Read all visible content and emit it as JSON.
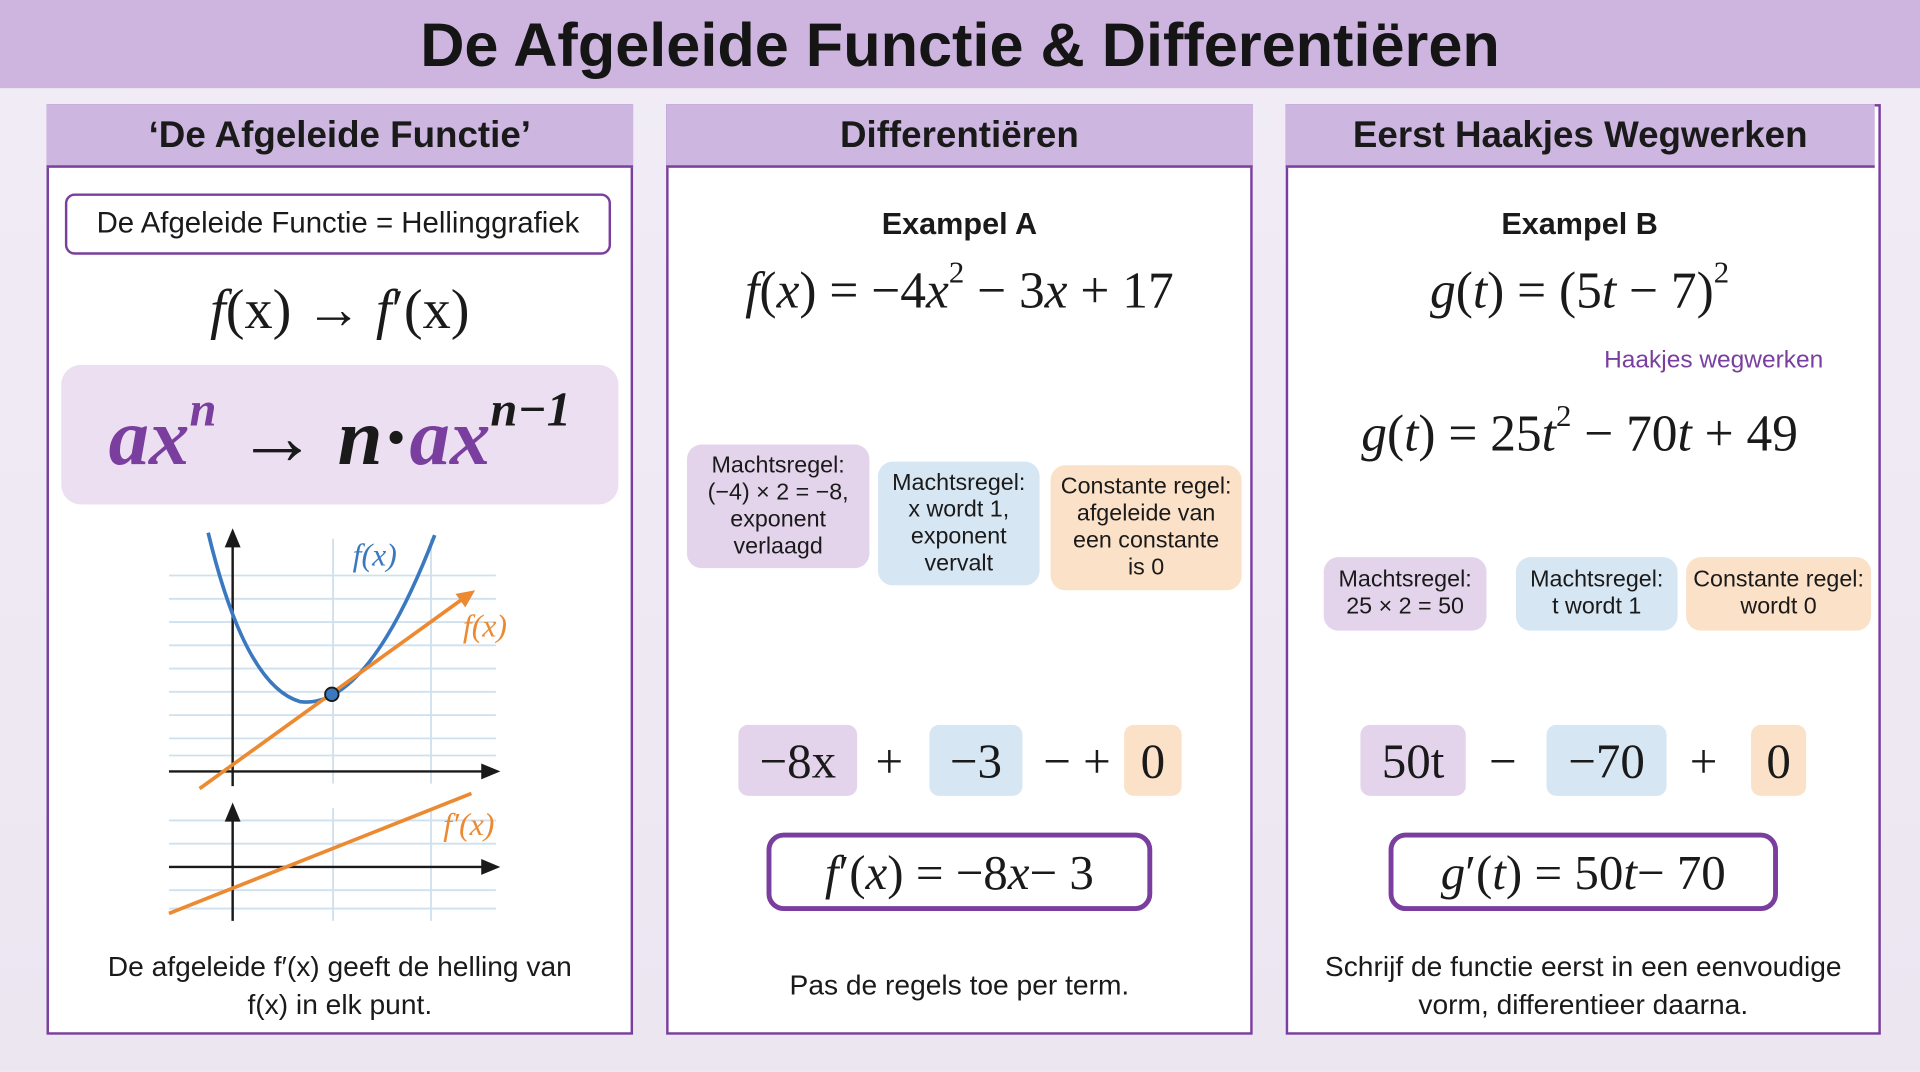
{
  "title": "De Afgeleide Functie & Differentiëren",
  "colors": {
    "purple": "#7a3e9e",
    "blue": "#3a78c0",
    "orange": "#ec8a32",
    "header": "#cdb6df"
  },
  "panel1": {
    "header": "‘De Afgeleide Functie’",
    "definition": "De Afgeleide Functie = Hellinggrafiek",
    "mapping": [
      {
        "t": "f",
        "i": 1
      },
      {
        "t": "(x) → "
      },
      {
        "t": "f",
        "i": 1
      },
      {
        "t": "′(x)"
      }
    ],
    "rule": [
      {
        "t": "ax",
        "i": 1,
        "c": "purple"
      },
      {
        "t": "n",
        "sup": 1,
        "i": 1,
        "c": "purple"
      },
      {
        "t": " → "
      },
      {
        "t": "n",
        "i": 1
      },
      {
        "t": "·"
      },
      {
        "t": "ax",
        "i": 1,
        "c": "purple"
      },
      {
        "t": "n−1",
        "sup": 1,
        "i": 1
      }
    ],
    "graph": {
      "label_f_blue": "f(x)",
      "label_f_orange": "f(x)",
      "label_fprime": "f′(x)"
    },
    "caption_line1": "De afgeleide f′(x) geeft de helling van",
    "caption_line2": "f(x) in elk punt."
  },
  "panel2": {
    "header": "Differentiëren",
    "example": "Exampel A",
    "formula": [
      {
        "t": "f",
        "i": 1
      },
      {
        "t": "("
      },
      {
        "t": "x",
        "i": 1
      },
      {
        "t": ") = −4"
      },
      {
        "t": "x",
        "i": 1
      },
      {
        "t": "2",
        "sup": 1
      },
      {
        "t": " − 3"
      },
      {
        "t": "x",
        "i": 1
      },
      {
        "t": " + 17"
      }
    ],
    "rules": [
      {
        "lines": [
          "Machtsregel:",
          "(−4) × 2 = −8,",
          "exponent",
          "verlaagd"
        ]
      },
      {
        "lines": [
          "Machtsregel:",
          "x wordt 1,",
          "exponent",
          "vervalt"
        ]
      },
      {
        "lines": [
          "Constante regel:",
          "afgeleide van",
          "een constante",
          "is 0"
        ]
      }
    ],
    "terms": [
      "−8x",
      "−3",
      "0"
    ],
    "ops": [
      "+",
      "− +"
    ],
    "result": [
      {
        "t": "f",
        "i": 1
      },
      {
        "t": "′("
      },
      {
        "t": "x",
        "i": 1
      },
      {
        "t": ") = −8"
      },
      {
        "t": "x",
        "i": 1
      },
      {
        "t": " − 3"
      }
    ],
    "caption": "Pas de regels toe per term."
  },
  "panel3": {
    "header": "Eerst Haakjes Wegwerken",
    "example": "Exampel B",
    "formula": [
      {
        "t": "g",
        "i": 1
      },
      {
        "t": "("
      },
      {
        "t": "t",
        "i": 1
      },
      {
        "t": ") = (5"
      },
      {
        "t": "t",
        "i": 1
      },
      {
        "t": " − 7)"
      },
      {
        "t": "2",
        "sup": 1
      }
    ],
    "step_label": "Haakjes wegwerken",
    "expanded": [
      {
        "t": "g",
        "i": 1
      },
      {
        "t": "("
      },
      {
        "t": "t",
        "i": 1
      },
      {
        "t": ") = 25"
      },
      {
        "t": "t",
        "i": 1
      },
      {
        "t": "2",
        "sup": 1
      },
      {
        "t": " − 70"
      },
      {
        "t": "t",
        "i": 1
      },
      {
        "t": " + 49"
      }
    ],
    "rules": [
      {
        "lines": [
          "Machtsregel:",
          "25 × 2 = 50"
        ]
      },
      {
        "lines": [
          "Machtsregel:",
          "t wordt 1"
        ]
      },
      {
        "lines": [
          "Constante regel:",
          "wordt 0"
        ]
      }
    ],
    "terms": [
      "50t",
      "−70",
      "0"
    ],
    "ops": [
      "−",
      "+"
    ],
    "result": [
      {
        "t": "g",
        "i": 1
      },
      {
        "t": "′("
      },
      {
        "t": "t",
        "i": 1
      },
      {
        "t": ") = 50"
      },
      {
        "t": "t",
        "i": 1
      },
      {
        "t": " − 70"
      }
    ],
    "caption_line1": "Schrijf de functie eerst in een eenvoudige",
    "caption_line2": "vorm, differentieer daarna."
  }
}
